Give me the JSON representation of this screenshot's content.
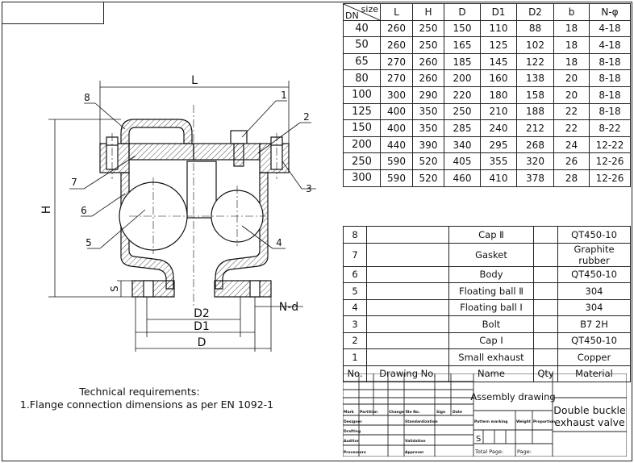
{
  "size_table": {
    "corner_top": "size",
    "corner_bottom": "DN",
    "headers": [
      "L",
      "H",
      "D",
      "D1",
      "D2",
      "b",
      "N-φ"
    ],
    "rows": [
      [
        "40",
        "260",
        "250",
        "150",
        "110",
        "88",
        "18",
        "4-18"
      ],
      [
        "50",
        "260",
        "250",
        "165",
        "125",
        "102",
        "18",
        "4-18"
      ],
      [
        "65",
        "270",
        "260",
        "185",
        "145",
        "122",
        "18",
        "8-18"
      ],
      [
        "80",
        "270",
        "260",
        "200",
        "160",
        "138",
        "20",
        "8-18"
      ],
      [
        "100",
        "300",
        "290",
        "220",
        "180",
        "158",
        "20",
        "8-18"
      ],
      [
        "125",
        "400",
        "350",
        "250",
        "210",
        "188",
        "22",
        "8-18"
      ],
      [
        "150",
        "400",
        "350",
        "285",
        "240",
        "212",
        "22",
        "8-22"
      ],
      [
        "200",
        "440",
        "390",
        "340",
        "295",
        "268",
        "24",
        "12-22"
      ],
      [
        "250",
        "590",
        "520",
        "405",
        "355",
        "320",
        "26",
        "12-26"
      ],
      [
        "300",
        "590",
        "520",
        "460",
        "410",
        "378",
        "28",
        "12-26"
      ]
    ]
  },
  "bom": {
    "rows": [
      {
        "no": "8",
        "drawing": "",
        "name": "Cap Ⅱ",
        "qty": "",
        "material": "QT450-10"
      },
      {
        "no": "7",
        "drawing": "",
        "name": "Gasket",
        "qty": "",
        "material": "Graphite rubber"
      },
      {
        "no": "6",
        "drawing": "",
        "name": "Body",
        "qty": "",
        "material": "QT450-10"
      },
      {
        "no": "5",
        "drawing": "",
        "name": "Floating ball Ⅱ",
        "qty": "",
        "material": "304"
      },
      {
        "no": "4",
        "drawing": "",
        "name": "Floating ball Ⅰ",
        "qty": "",
        "material": "304"
      },
      {
        "no": "3",
        "drawing": "",
        "name": "Bolt",
        "qty": "",
        "material": "B7 2H"
      },
      {
        "no": "2",
        "drawing": "",
        "name": "Cap Ⅰ",
        "qty": "",
        "material": "QT450-10"
      },
      {
        "no": "1",
        "drawing": "",
        "name": "Small exhaust",
        "qty": "",
        "material": "Copper"
      }
    ],
    "header": {
      "no": "No.",
      "drawing": "Drawing No.",
      "name": "Name",
      "qty": "Qty",
      "material": "Material"
    }
  },
  "title_block": {
    "assembly": "Assembly drawing",
    "title_line1": "Double buckle",
    "title_line2": "exhaust valve",
    "mark": "Mark",
    "partition": "Partition",
    "change_file": "Change file No.",
    "sign": "Sign",
    "date": "Date",
    "designer": "Designer",
    "standardization": "Standardization",
    "drafting": "Drafting",
    "auditor": "Auditor",
    "validation": "Validation",
    "processors": "Processors",
    "approver": "Approver",
    "pattern_marking": "Pattern marking",
    "weight": "Weight",
    "proportion": "Proportion",
    "s": "S",
    "total_page": "Total Page:",
    "page": "Page:"
  },
  "drawing": {
    "dim_L": "L",
    "dim_H": "H",
    "dim_S": "S",
    "dim_D2": "D2",
    "dim_D1": "D1",
    "dim_D": "D",
    "dim_Nd": "N-d",
    "callouts": [
      "1",
      "2",
      "3",
      "4",
      "5",
      "6",
      "7",
      "8"
    ]
  },
  "tech_req": {
    "title": "Technical requirements:",
    "line1": "1.Flange connection dimensions as per EN 1092-1"
  }
}
